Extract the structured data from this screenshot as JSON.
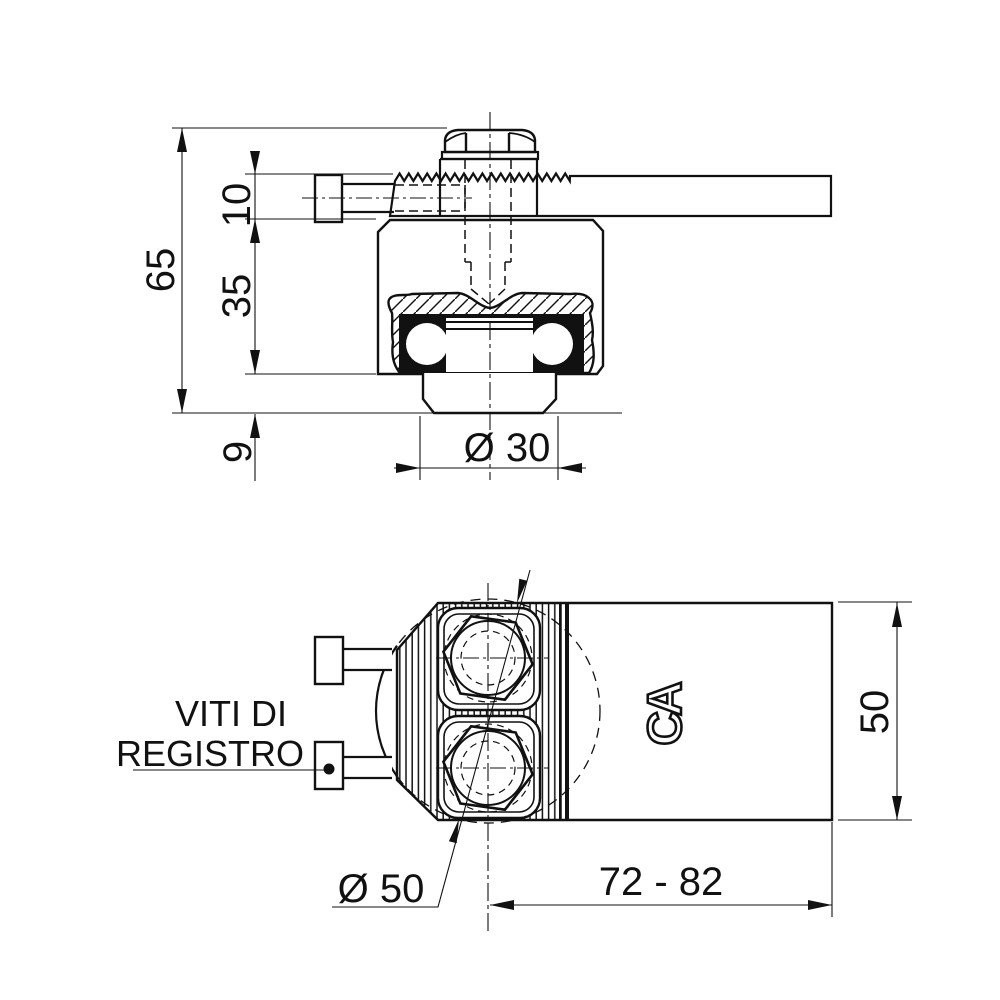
{
  "drawing": {
    "background": "#ffffff",
    "line_color": "#111111",
    "type": "technical-drawing-2-views",
    "views": {
      "side_view": {
        "name": "side elevation of adjustable gate wheel bracket",
        "dimensions": {
          "total_height": "65",
          "bar_thickness": "10",
          "body_height": "35",
          "wheel_bottom_offset": "9",
          "hub_diameter": "Ø 30"
        }
      },
      "plan_view": {
        "name": "plan view of bracket",
        "adjusting_screws_label_line1": "VITI DI",
        "adjusting_screws_label_line2": "REGISTRO",
        "logo": "CA",
        "dimensions": {
          "wheel_diameter": "Ø 50",
          "adjustment_range": "72 - 82",
          "body_width": "50"
        }
      }
    }
  }
}
